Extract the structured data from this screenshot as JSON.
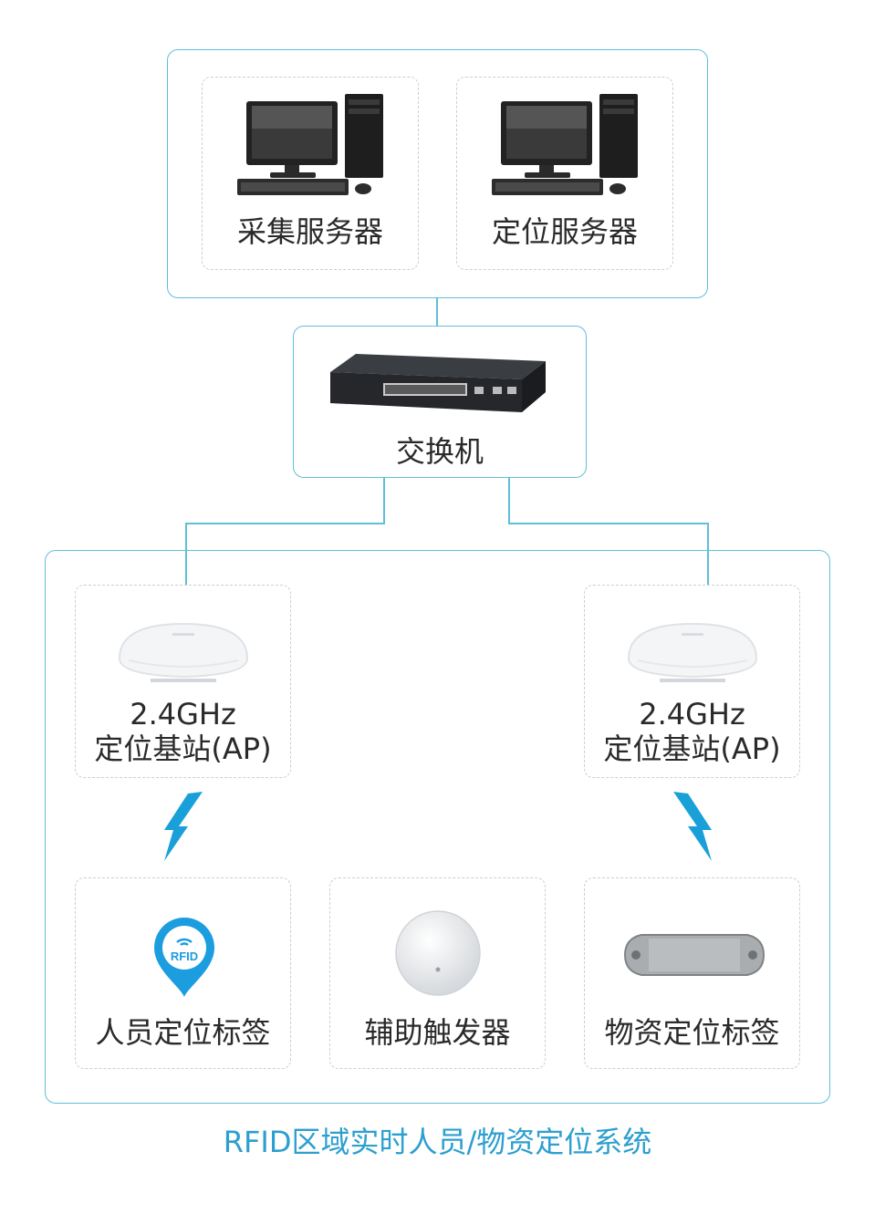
{
  "servers": {
    "collect_label": "采集服务器",
    "locate_label": "定位服务器"
  },
  "switch": {
    "label": "交换机"
  },
  "base_stations": [
    {
      "line1": "2.4GHz",
      "line2": "定位基站(AP)"
    },
    {
      "line1": "2.4GHz",
      "line2": "定位基站(AP)"
    }
  ],
  "tags": {
    "person_label": "人员定位标签",
    "trigger_label": "辅助触发器",
    "asset_label": "物资定位标签",
    "rfid_badge_text": "RFID"
  },
  "caption": "RFID区域实时人员/物资定位系统",
  "colors": {
    "frame": "#5fbfd9",
    "lightning": "#1aa0d8",
    "caption": "#2d9fcf",
    "pin": "#1b9de0"
  },
  "icons": [
    "desktop-computer-icon",
    "network-switch-icon",
    "access-point-icon",
    "wireless-signal-icon",
    "rfid-location-pin-icon",
    "trigger-device-icon",
    "metal-tag-icon"
  ]
}
